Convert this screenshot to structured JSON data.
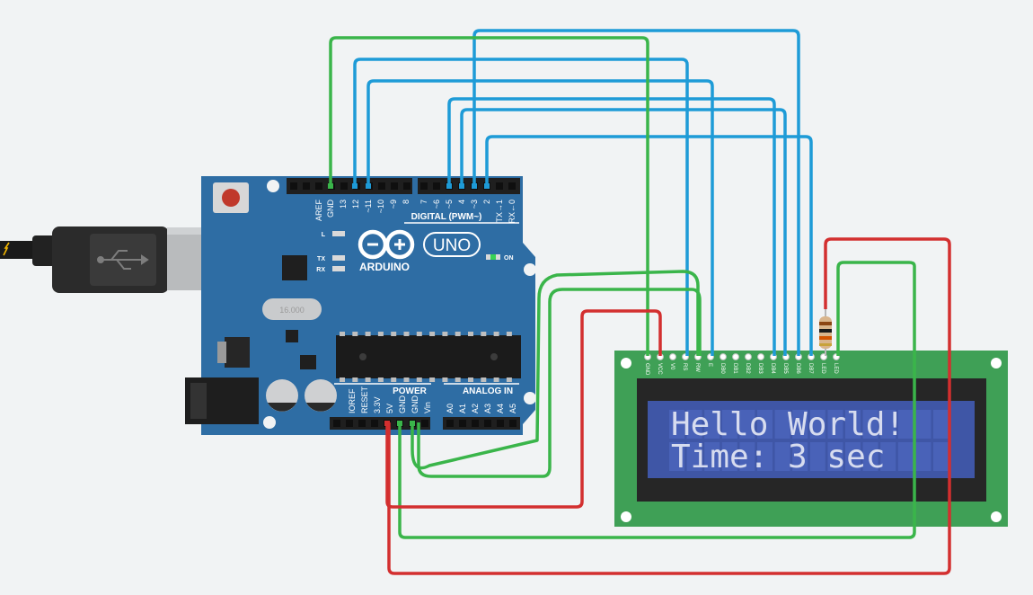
{
  "board": {
    "brand": "ARDUINO",
    "model": "UNO",
    "on_label": "ON",
    "led_l": "L",
    "led_tx": "TX",
    "led_rx": "RX",
    "digital_header": "DIGITAL (PWM~)",
    "power_header": "POWER",
    "analog_header": "ANALOG IN",
    "crystal_text": "16.000",
    "digital_pins": [
      "AREF",
      "GND",
      "13",
      "12",
      "~11",
      "~10",
      "~9",
      "8",
      "7",
      "~6",
      "~5",
      "4",
      "~3",
      "2",
      "TX→1",
      "RX←0"
    ],
    "power_pins": [
      "IOREF",
      "RESET",
      "3.3V",
      "5V",
      "GND",
      "GND",
      "Vin"
    ],
    "analog_pins": [
      "A0",
      "A1",
      "A2",
      "A3",
      "A4",
      "A5"
    ]
  },
  "lcd": {
    "pins": [
      "GND",
      "VCC",
      "V0",
      "RS",
      "RW",
      "E",
      "DB0",
      "DB1",
      "DB2",
      "DB3",
      "DB4",
      "DB5",
      "DB6",
      "DB7",
      "LED",
      "LED"
    ],
    "line1": "Hello World!",
    "line2": "Time: 3 sec"
  },
  "colors": {
    "background": "#f1f3f4",
    "board": "#2e6da4",
    "wire_green": "#3ab54a",
    "wire_blue": "#1e9bd7",
    "wire_red": "#d32f2f",
    "lcd_pcb": "#3fa056",
    "lcd_screen": "#3f56a6"
  }
}
